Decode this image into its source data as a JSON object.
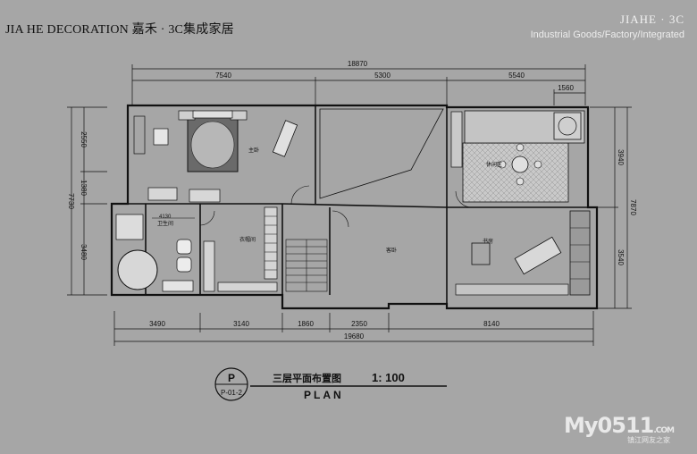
{
  "header": {
    "brand_left": "JIA HE DECORATION 嘉禾 · 3C集成家居",
    "brand_right": "JIAHE · 3C",
    "brand_sub": "Industrial Goods/Factory/Integrated"
  },
  "dimensions": {
    "top_total": "18870",
    "top_a": "7540",
    "top_b": "5300",
    "top_c": "5540",
    "top_d": "1560",
    "left_a": "2550",
    "left_b": "1380",
    "left_c": "3480",
    "left_total": "7730",
    "right_a": "3940",
    "right_b": "3540",
    "right_total": "7870",
    "bottom_a": "3490",
    "bottom_b": "3140",
    "bottom_c": "1860",
    "bottom_d": "2350",
    "bottom_e": "8140",
    "bottom_total": "19680",
    "inner_note": "4130"
  },
  "rooms": {
    "r1": "主卧",
    "r2": "卫生间",
    "r3": "衣帽间",
    "r4": "客卧",
    "r5": "休闲区",
    "r6": "书房"
  },
  "title_block": {
    "symbol": "P",
    "sheet": "P-01-2",
    "title": "三层平面布置图",
    "scale": "1: 100",
    "plan": "PLAN"
  },
  "watermark": {
    "logo": "My0511",
    "suffix": ".COM",
    "sub": "镇江网友之家"
  },
  "colors": {
    "background": "#a6a6a6",
    "line": "#111111",
    "floor_fill": "#bdbdbd"
  }
}
